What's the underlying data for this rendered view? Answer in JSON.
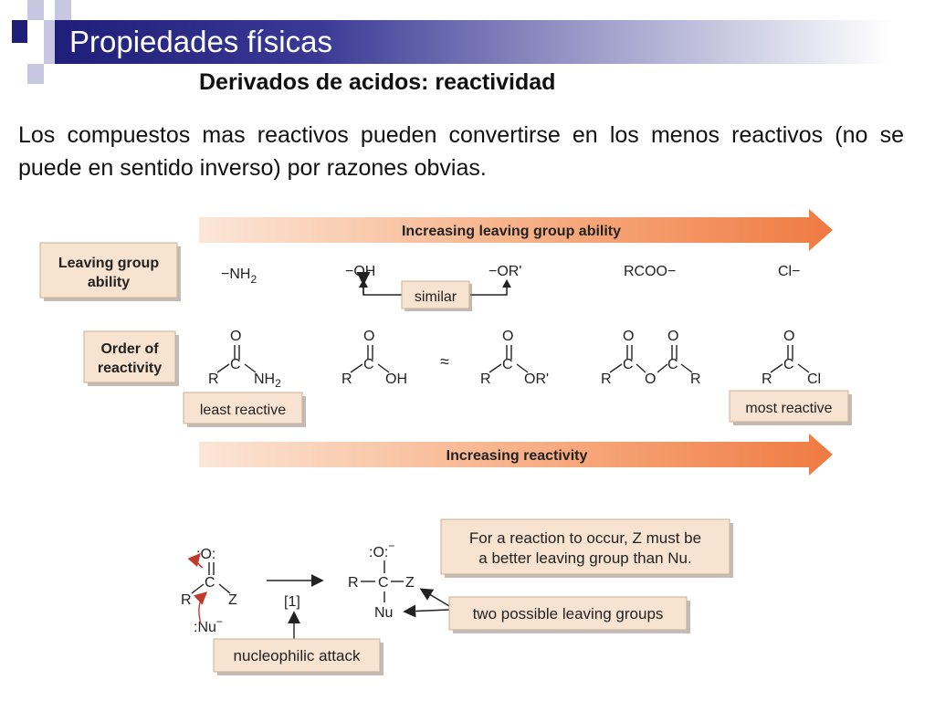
{
  "slide": {
    "title": "Propiedades físicas",
    "subtitle": "Derivados de acidos: reactividad",
    "body": "Los compuestos mas reactivos pueden convertirse en los menos reactivos (no se puede en sentido inverso) por razones obvias."
  },
  "figure": {
    "arrow_top": "Increasing leaving group ability",
    "arrow_bottom": "Increasing reactivity",
    "box_leaving_1": "Leaving group",
    "box_leaving_2": "ability",
    "box_order_1": "Order of",
    "box_order_2": "reactivity",
    "similar": "similar",
    "least": "least reactive",
    "most": "most reactive",
    "approx": "≈",
    "groups": {
      "nh2_sign": "−",
      "nh2": "NH",
      "nh2_sub": "2",
      "oh": "−OH",
      "or": "−OR'",
      "rcoo": "RCOO−",
      "cl": "Cl−"
    },
    "mech": {
      "note_1": "For a reaction to occur, Z must be",
      "note_2": "a better leaving group than Nu.",
      "two_groups": "two possible leaving groups",
      "nuc_attack": "nucleophilic attack",
      "step": "[1]"
    }
  }
}
